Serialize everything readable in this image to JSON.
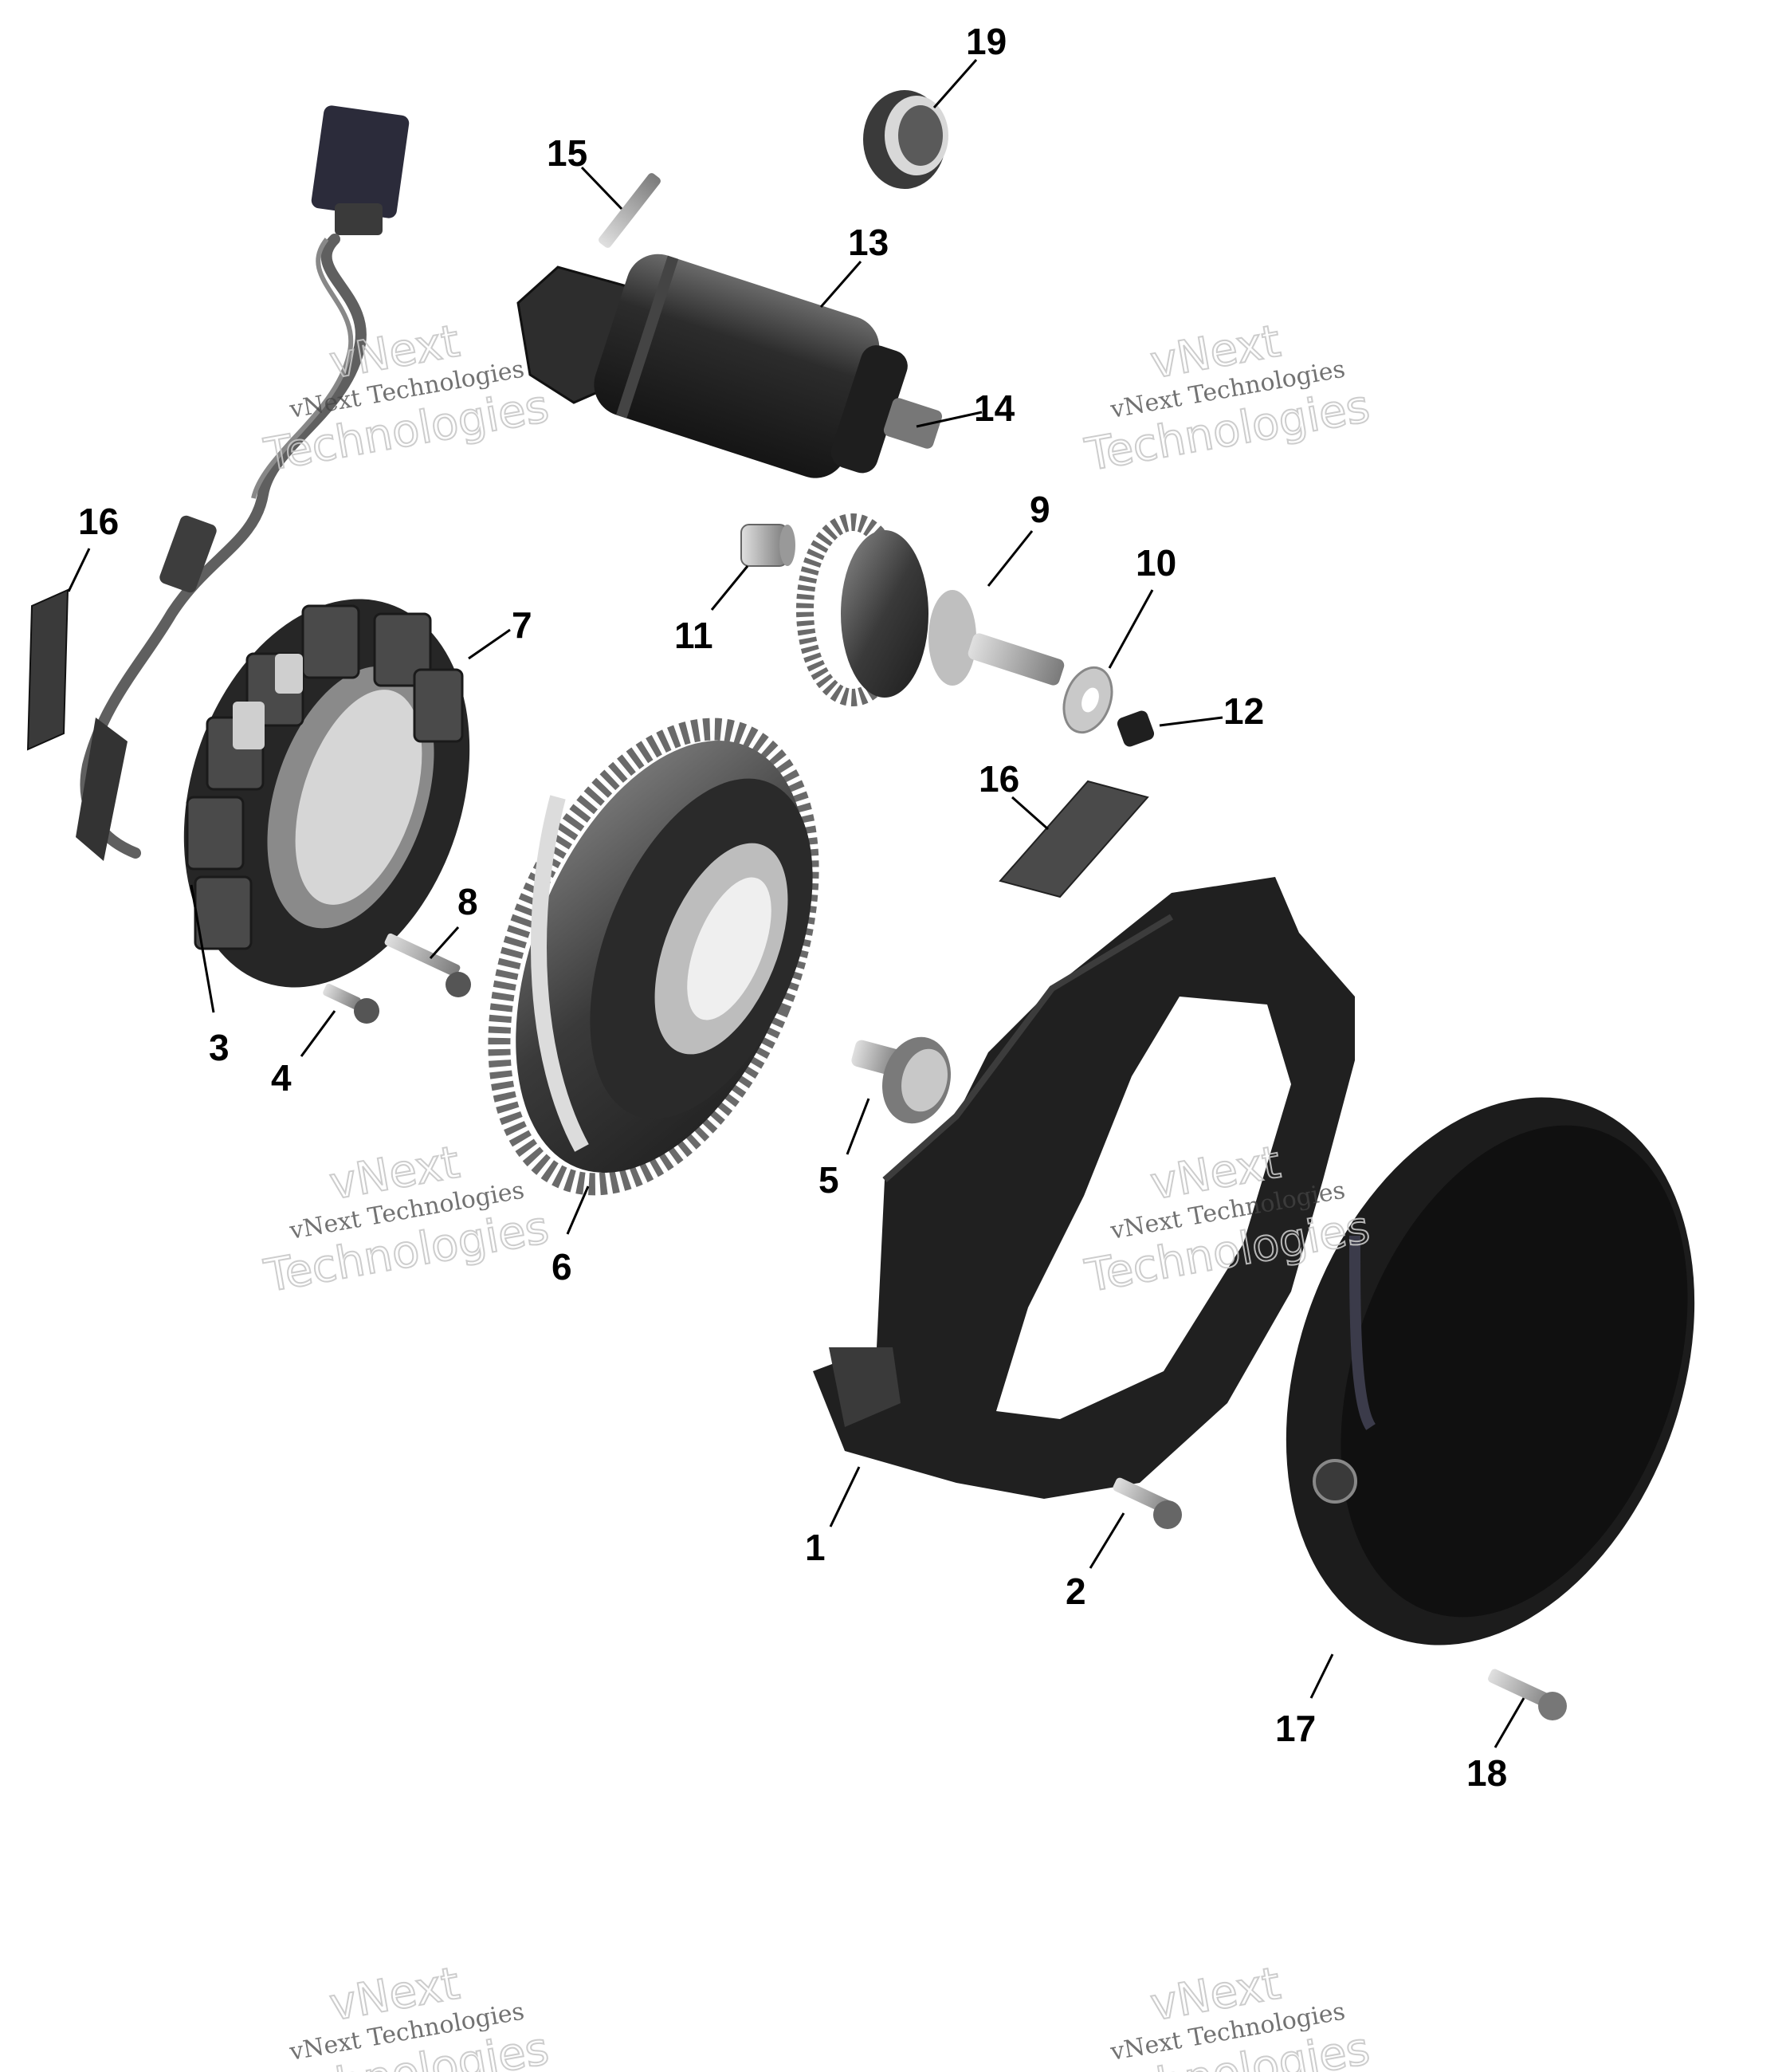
{
  "callouts": [
    {
      "id": "1",
      "label": "1"
    },
    {
      "id": "2",
      "label": "2"
    },
    {
      "id": "3",
      "label": "3"
    },
    {
      "id": "4",
      "label": "4"
    },
    {
      "id": "5",
      "label": "5"
    },
    {
      "id": "6",
      "label": "6"
    },
    {
      "id": "7",
      "label": "7"
    },
    {
      "id": "8",
      "label": "8"
    },
    {
      "id": "9",
      "label": "9"
    },
    {
      "id": "10",
      "label": "10"
    },
    {
      "id": "11",
      "label": "11"
    },
    {
      "id": "12",
      "label": "12"
    },
    {
      "id": "13",
      "label": "13"
    },
    {
      "id": "14",
      "label": "14"
    },
    {
      "id": "15",
      "label": "15"
    },
    {
      "id": "16a",
      "label": "16"
    },
    {
      "id": "16b",
      "label": "16"
    },
    {
      "id": "17",
      "label": "17"
    },
    {
      "id": "18",
      "label": "18"
    },
    {
      "id": "19",
      "label": "19"
    }
  ],
  "watermark": {
    "line_small": "vNext Technologies",
    "line_top": "vNext",
    "line_bottom": "Technologies"
  },
  "colors": {
    "part_dark": "#2a2a2a",
    "part_mid": "#555555",
    "part_light": "#9a9a9a",
    "highlight": "#d9d9d9",
    "wire": "#6b6b6b"
  }
}
